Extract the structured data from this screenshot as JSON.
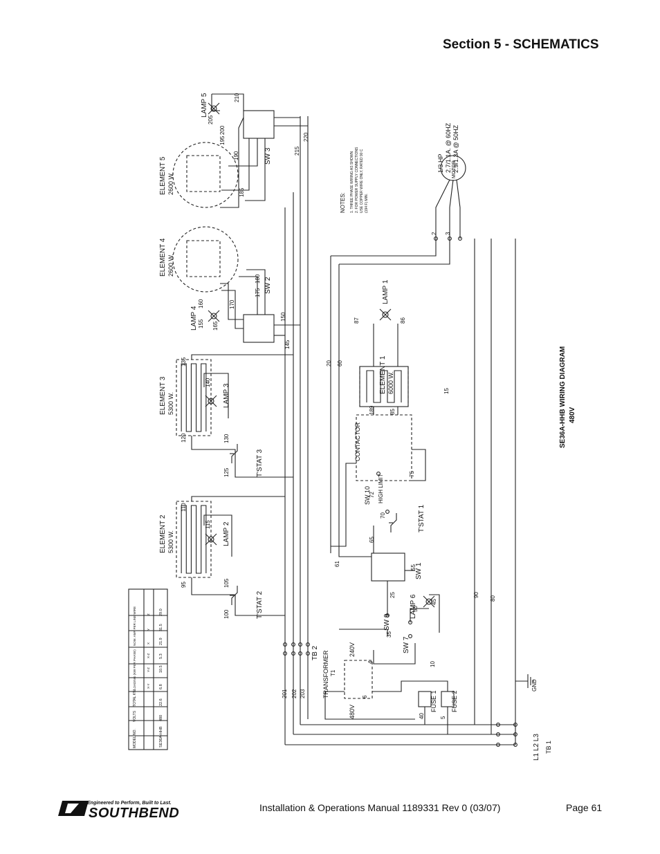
{
  "header": {
    "section_title": "Section 5 - SCHEMATICS"
  },
  "diagram": {
    "title": "SE36A-HHB WIRING DIAGRAM",
    "subtitle": "480V",
    "elements": {
      "element5": "ELEMENT 5",
      "element5_watt": "2600 W.",
      "element4": "ELEMENT 4",
      "element4_watt": "2600 W.",
      "element3": "ELEMENT 3",
      "element3_watt": "5300 W.",
      "element2": "ELEMENT 2",
      "element2_watt": "5300 W.",
      "element1": "ELEMENT 1",
      "element1_watt": "6000 W."
    },
    "lamps": {
      "lamp5": "LAMP 5",
      "lamp4": "LAMP 4",
      "lamp3": "LAMP 3",
      "lamp2": "LAMP 2",
      "lamp1": "LAMP 1",
      "lamp6": "LAMP 6"
    },
    "switches": {
      "sw3": "SW 3",
      "sw2": "SW 2",
      "sw1": "SW 1",
      "sw7": "SW 7",
      "sw9": "SW 9",
      "sw10": "SW 10"
    },
    "tstats": {
      "tstat3": "T'STAT 3",
      "tstat2": "T'STAT 2",
      "tstat1": "T'STAT 1"
    },
    "components": {
      "contactor": "CONTACTOR",
      "high_limit": "HIGH LIMIT",
      "transformer": "TRANSFORMER",
      "t1": "T1",
      "v480": "480V",
      "v240": "240V",
      "fuse1": "FUSE 1",
      "fuse2": "FUSE 2",
      "tb1": "TB 1",
      "tb2": "TB 2",
      "gnd": "GND",
      "l1l2l3": "L1 L2 L3",
      "motor": "MOTOR"
    },
    "motor_specs": [
      "1/3 HP",
      "2.7/1.1A. @ 60HZ",
      "2.9/1.3A @ 50HZ"
    ],
    "notes": {
      "heading": "NOTES:",
      "lines": [
        "1. THREE PHASE WIRING AS SHOWN",
        "2. FOR POWER SUPPLY CONNECTIONS",
        "USE COPPER WIRE ONLY, RATED 90 C",
        "(194 F) MIN."
      ]
    },
    "wire_numbers": [
      "210",
      "205",
      "200",
      "195",
      "190",
      "185",
      "175",
      "180",
      "170",
      "165",
      "160",
      "155",
      "150",
      "145",
      "135",
      "140",
      "130",
      "125",
      "120",
      "115",
      "110",
      "105",
      "100",
      "95",
      "87",
      "86",
      "85",
      "80",
      "75",
      "72",
      "70",
      "65",
      "61",
      "60",
      "55",
      "50",
      "45",
      "40",
      "35",
      "25",
      "20",
      "15",
      "10",
      "5",
      "4",
      "6",
      "2",
      "3",
      "201",
      "202",
      "203",
      "215",
      "220",
      "189",
      "90"
    ],
    "table": {
      "headers": [
        "MODEL NO.",
        "VOLTS",
        "TOTAL KW",
        "LOADING (KW PER PHASE)",
        "NOM. AMP PER LINE WIRE"
      ],
      "subheaders": [
        "X-Y",
        "Y-Z",
        "X-Z",
        "X",
        "Y",
        "Z"
      ],
      "rows": [
        {
          "model": "SE36A-HHB",
          "volts": "480",
          "kw": "22.6",
          "xy": "6.8",
          "yz": "10.5",
          "xz": "5.3",
          "x": "21.9",
          "y": "31.5",
          "z": "29.0"
        }
      ]
    }
  },
  "footer": {
    "manual": "Installation & Operations Manual 1189331 Rev 0 (03/07)",
    "page": "Page 61",
    "logo_tagline": "Engineered to Perform, Built to Last.",
    "logo_word": "SOUTHBEND"
  }
}
